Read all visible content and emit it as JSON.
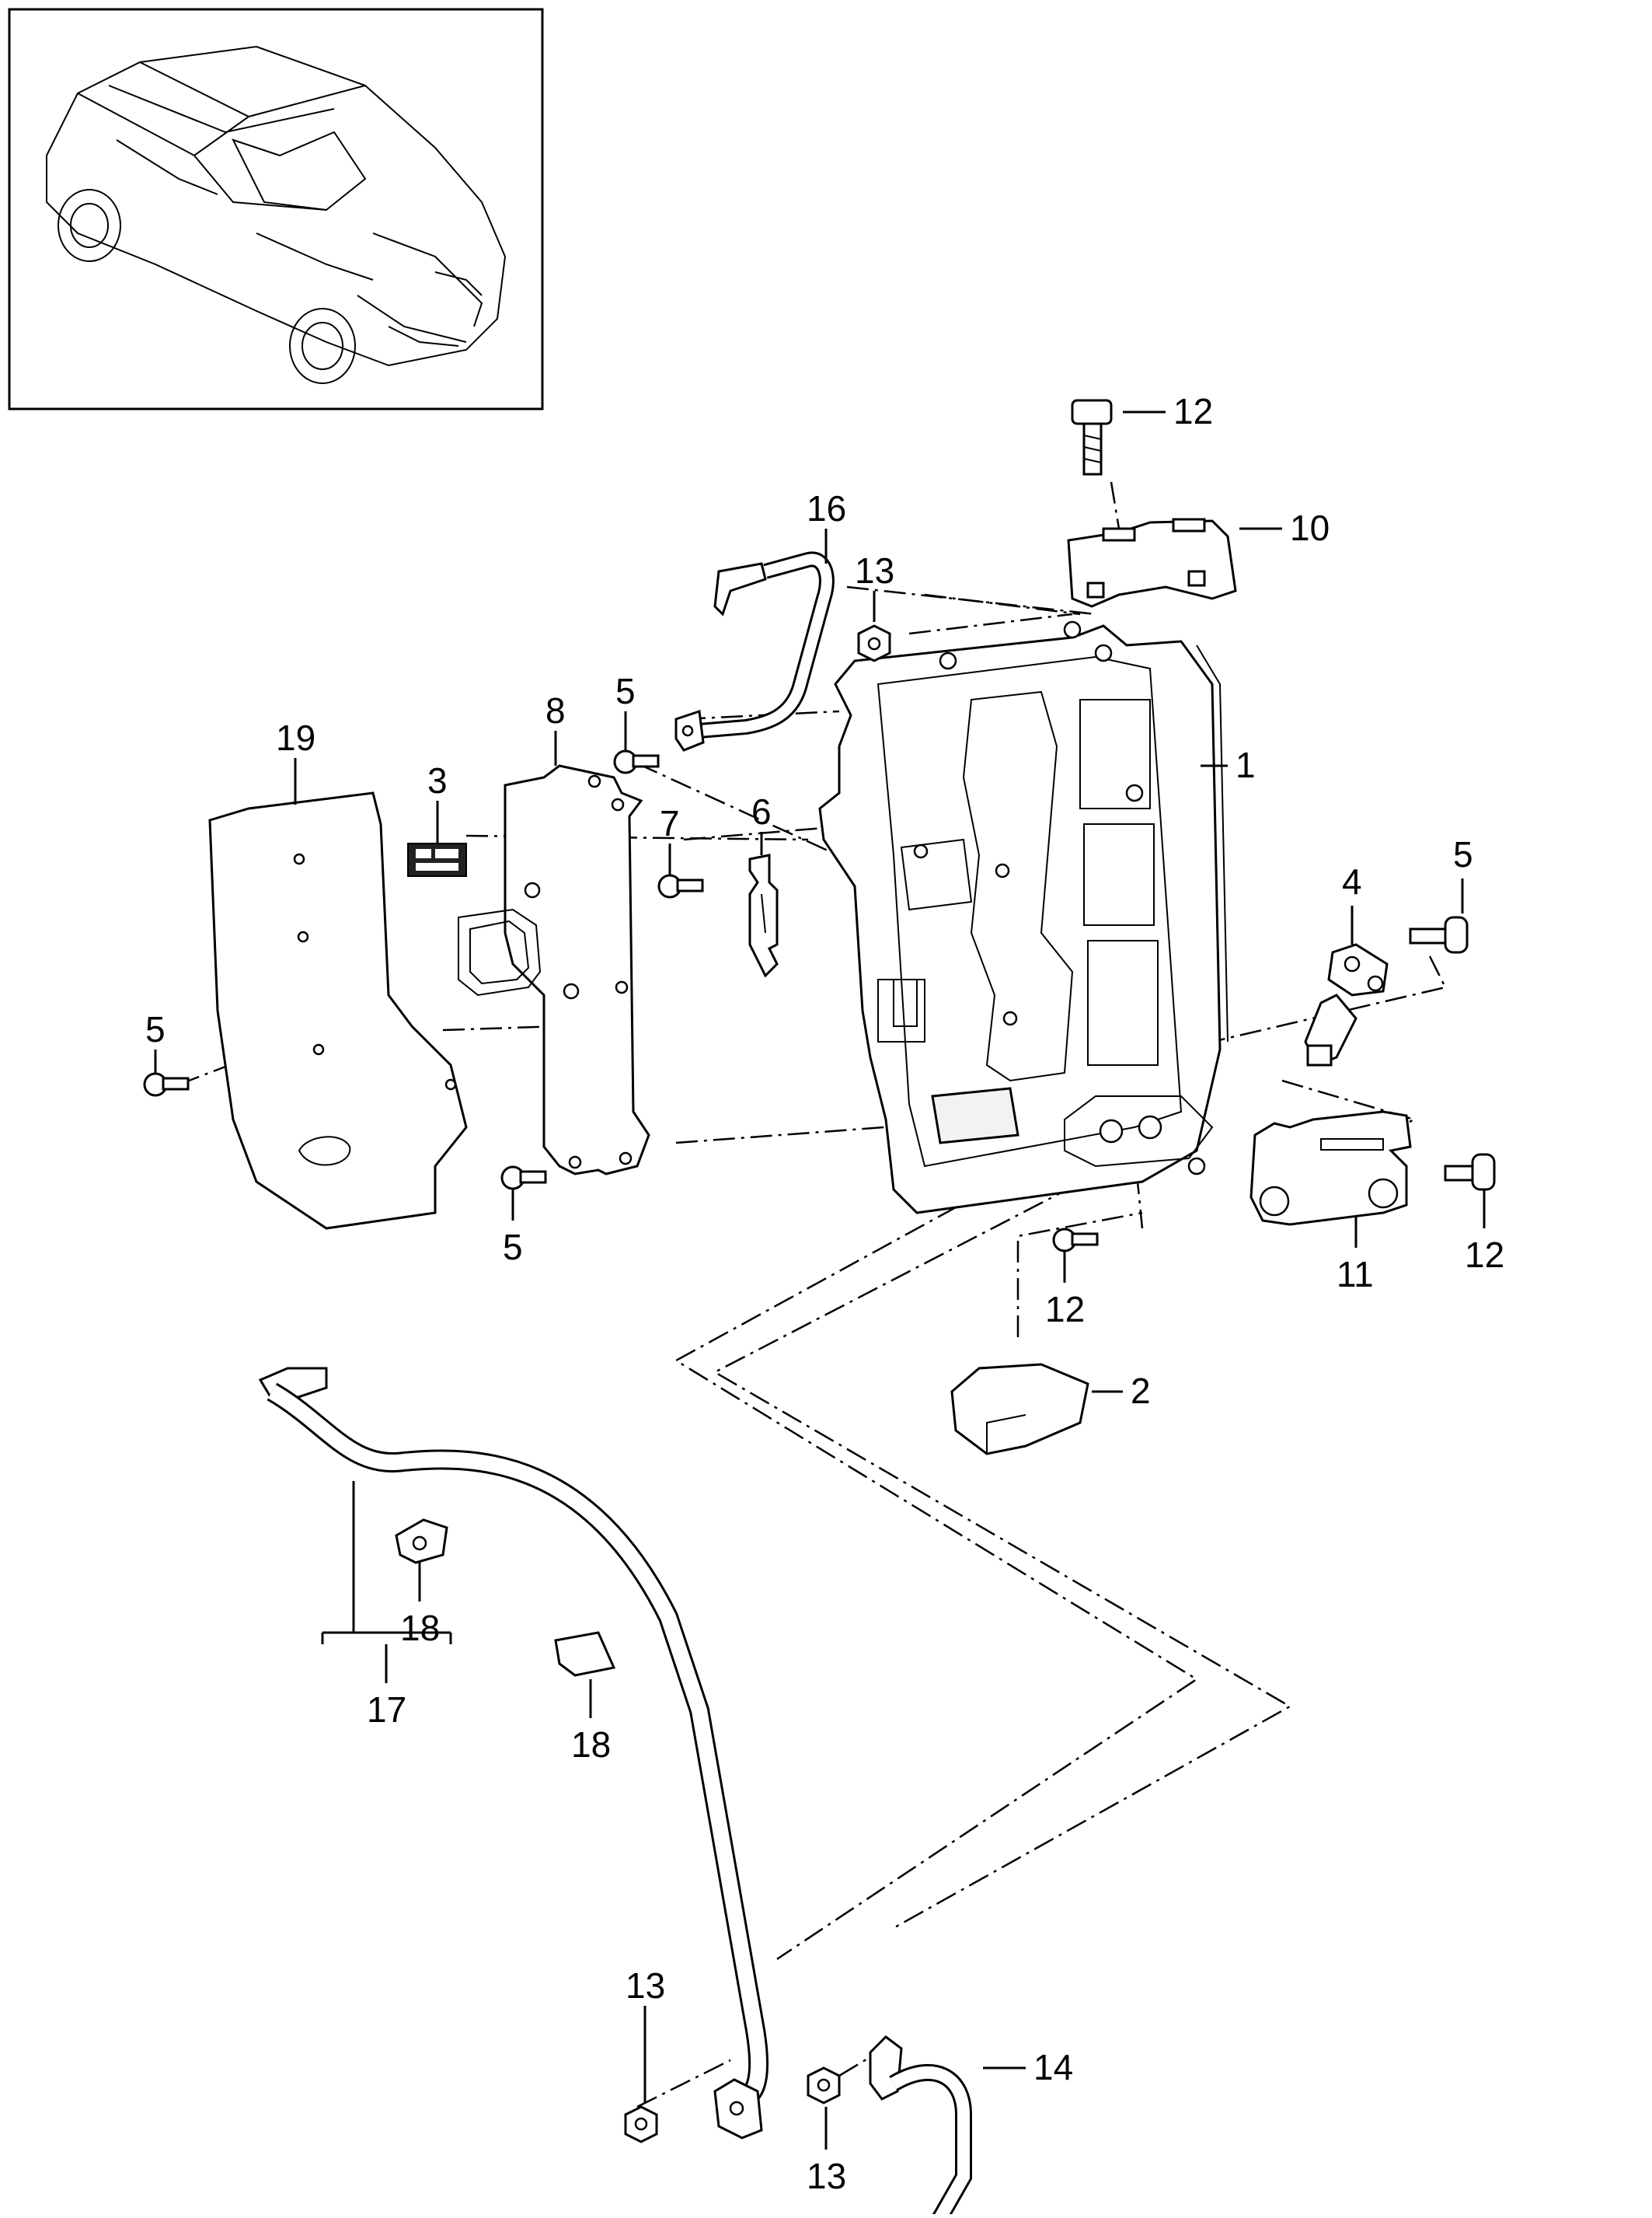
{
  "diagram": {
    "callouts": [
      {
        "id": "c1",
        "label": "1"
      },
      {
        "id": "c2",
        "label": "2"
      },
      {
        "id": "c3",
        "label": "3"
      },
      {
        "id": "c4",
        "label": "4"
      },
      {
        "id": "c5a",
        "label": "5"
      },
      {
        "id": "c5b",
        "label": "5"
      },
      {
        "id": "c5c",
        "label": "5"
      },
      {
        "id": "c5d",
        "label": "5"
      },
      {
        "id": "c6",
        "label": "6"
      },
      {
        "id": "c7",
        "label": "7"
      },
      {
        "id": "c8",
        "label": "8"
      },
      {
        "id": "c10",
        "label": "10"
      },
      {
        "id": "c11",
        "label": "11"
      },
      {
        "id": "c12a",
        "label": "12"
      },
      {
        "id": "c12b",
        "label": "12"
      },
      {
        "id": "c12c",
        "label": "12"
      },
      {
        "id": "c13a",
        "label": "13"
      },
      {
        "id": "c13b",
        "label": "13"
      },
      {
        "id": "c13c",
        "label": "13"
      },
      {
        "id": "c14",
        "label": "14"
      },
      {
        "id": "c16",
        "label": "16"
      },
      {
        "id": "c17",
        "label": "17"
      },
      {
        "id": "c18a",
        "label": "18"
      },
      {
        "id": "c18b",
        "label": "18"
      },
      {
        "id": "c19",
        "label": "19"
      }
    ]
  }
}
